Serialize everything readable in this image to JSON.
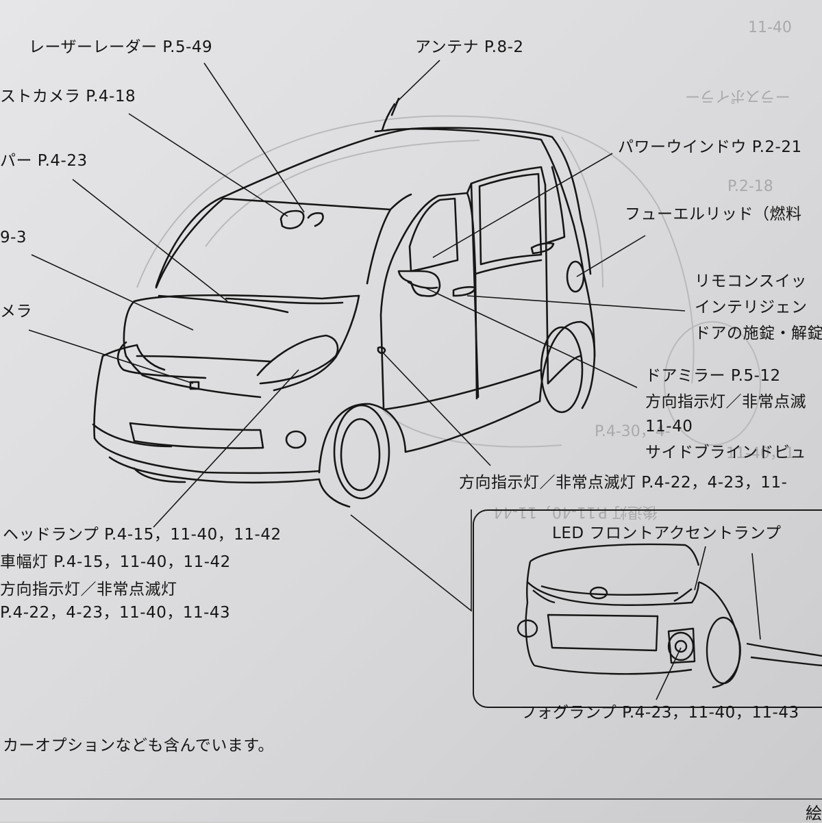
{
  "colors": {
    "paper": "#e0e0e2",
    "ink": "#141414",
    "ghost_ink": "#a9a9ab"
  },
  "labels": {
    "laser_radar": "レーザーレーダー P.5-49",
    "antenna": "アンテナ P.8-2",
    "assist_camera": "ストカメラ P.4-18",
    "wiper": "パー P.4-23",
    "ref_9_3": "9-3",
    "camera": "メラ",
    "power_window": "パワーウインドウ P.2-21",
    "fuel_lid": "フューエルリッド（燃料",
    "remote_switch": "リモコンスイッ",
    "intelligent": "インテリジェン",
    "door_lock": "ドアの施錠・解錠",
    "door_mirror": "ドアミラー P.5-12",
    "turn_signal_mirror": "方向指示灯／非常点滅",
    "turn_signal_mirror_page": "11-40",
    "side_blind": "サイドブラインドビュ",
    "turn_signal_side": "方向指示灯／非常点滅灯 P.4-22，4-23，11-",
    "headlamp": "ヘッドランプ P.4-15，11-40，11-42",
    "position_lamp": "車幅灯 P.4-15，11-40，11-42",
    "turn_signal_front": "方向指示灯／非常点滅灯",
    "turn_signal_front_pages": "P.4-22，4-23，11-40，11-43",
    "led_accent": "LED フロントアクセントランプ",
    "fog_lamp": "フォグランプ P.4-23，11-40，11-43",
    "note": "カーオプションなども含んでいます。",
    "page_corner": "絵"
  },
  "show_through": {
    "t1": "11-40",
    "t2": "P.2-18",
    "t3": "P.4-30，4-",
    "t4": "11-40，1",
    "t5": "後退灯 P.11-40，11-44",
    "t6": "ーラスポイラー"
  }
}
